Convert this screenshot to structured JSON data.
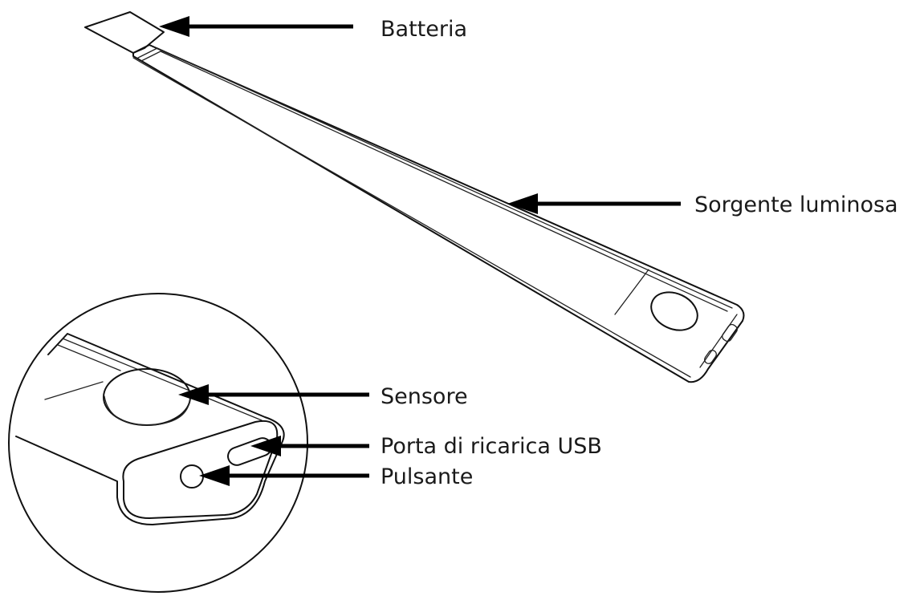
{
  "labels": {
    "battery": "Batteria",
    "light_source": "Sorgente luminosa",
    "sensor": "Sensore",
    "usb_port": "Porta di ricarica USB",
    "button": "Pulsante"
  }
}
